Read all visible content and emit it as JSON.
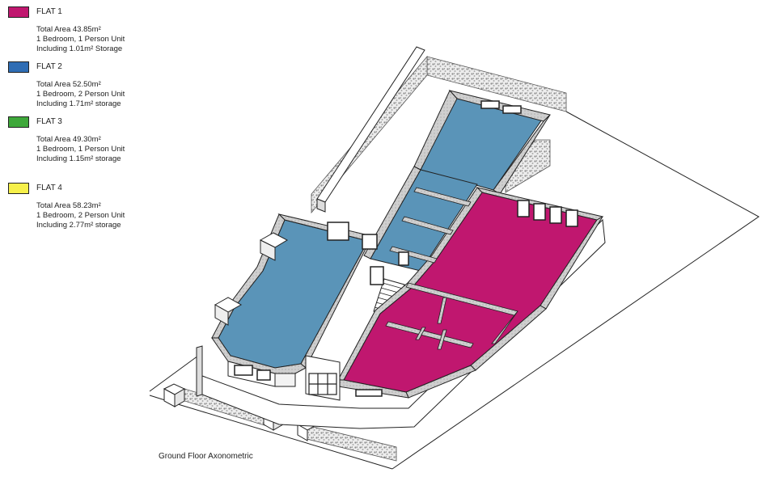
{
  "legend": [
    {
      "name": "FLAT 1",
      "color": "#c0176f",
      "lines": [
        "Total Area 43.85m²",
        "1 Bedroom, 1 Person Unit",
        "Including 1.01m² Storage"
      ]
    },
    {
      "name": "FLAT 2",
      "color": "#2f6db4",
      "lines": [
        "Total Area 52.50m²",
        "1 Bedroom, 2 Person Unit",
        "Including 1.71m² storage"
      ]
    },
    {
      "name": "FLAT 3",
      "color": "#3ea83a",
      "lines": [
        "Total Area 49.30m²",
        "1 Bedroom, 1 Person Unit",
        "Including 1.15m² storage"
      ]
    },
    {
      "name": "FLAT 4",
      "color": "#f6f04a",
      "lines": [
        "Total Area 58.23m²",
        "1 Bedroom, 2 Person Unit",
        "Including 2.77m² storage"
      ]
    }
  ],
  "floor_colors": {
    "flat1": "#c0176f",
    "flat2": "#5a94b8"
  },
  "caption": "Ground Floor Axonometric"
}
